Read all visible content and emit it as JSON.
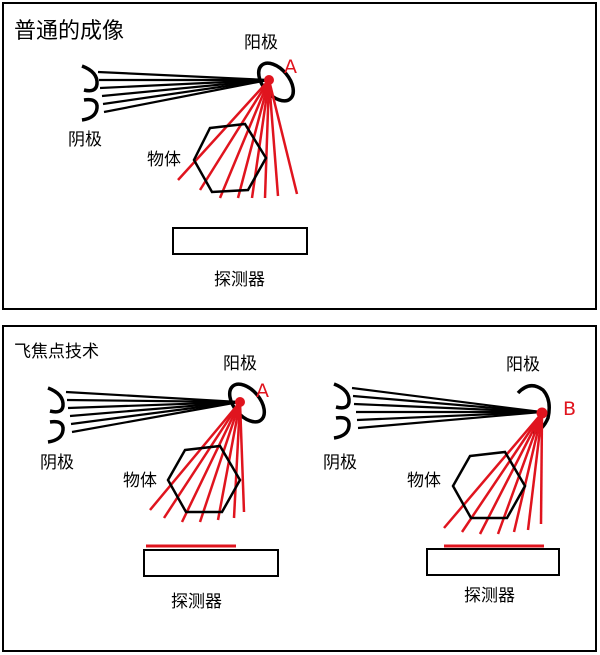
{
  "panel_top": {
    "title": "普通的成像",
    "anode": "阳极",
    "cathode": "阴极",
    "object": "物体",
    "detector": "探测器",
    "spot": "A"
  },
  "panel_bottom": {
    "title": "飞焦点技术",
    "left": {
      "anode": "阳极",
      "cathode": "阴极",
      "object": "物体",
      "detector": "探测器",
      "spot": "A"
    },
    "right": {
      "anode": "阳极",
      "cathode": "阴极",
      "object": "物体",
      "detector": "探测器",
      "spot": "B"
    }
  },
  "colors": {
    "beam": "#e0141e",
    "line": "#000000"
  }
}
